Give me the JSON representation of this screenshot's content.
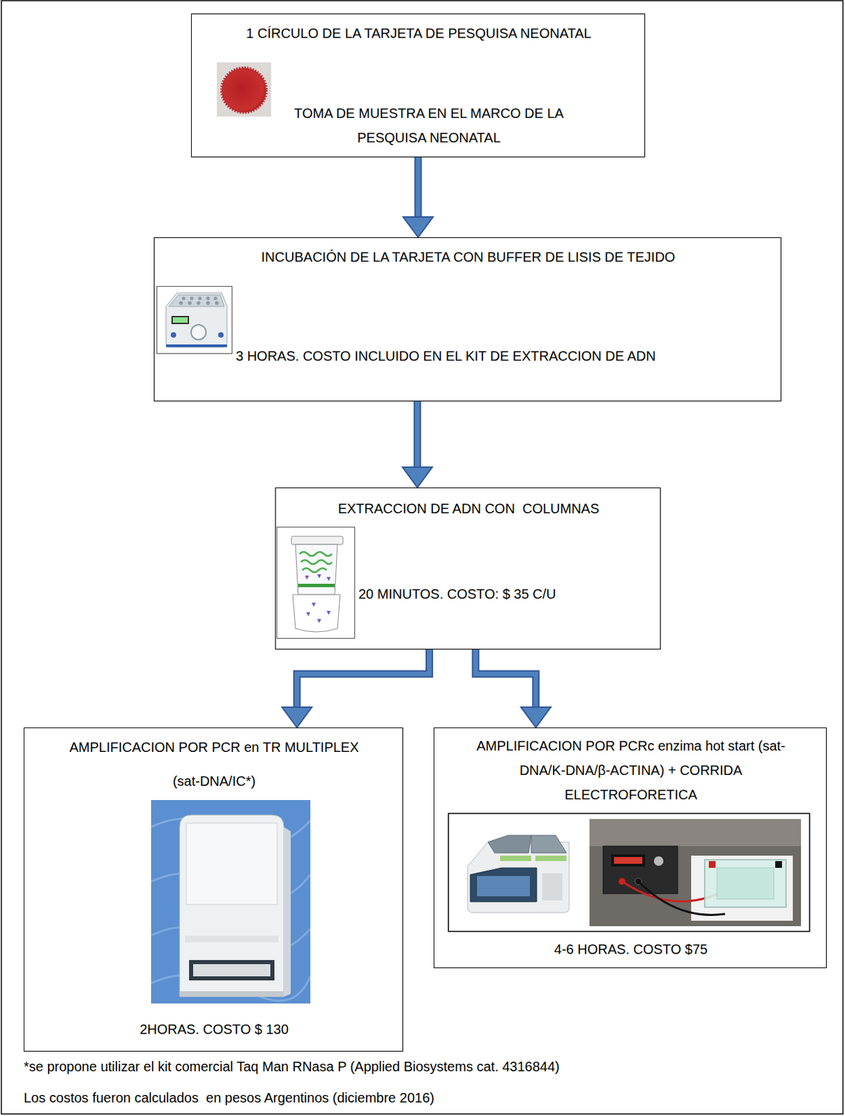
{
  "diagram": {
    "nodes": [
      {
        "text": [
          "1 CÍRCULO DE LA TARJETA DE PESQUISA NEONATAL",
          "TOMA DE MUESTRA EN EL MARCO DE LA PESQUISA NEONATAL"
        ]
      },
      {
        "text": [
          "INCUBACIÓN DE LA TARJETA CON BUFFER DE LISIS DE TEJIDO",
          "3 HORAS. COSTO INCLUIDO EN EL KIT DE EXTRACCION DE ADN"
        ]
      },
      {
        "text": [
          "EXTRACCION DE ADN CON  COLUMNAS",
          "20 MINUTOS. COSTO: $ 35 C/U"
        ]
      },
      {
        "text": [
          "AMPLIFICACION POR PCR en TR MULTIPLEX",
          "(sat-DNA/IC*)",
          "2HORAS. COSTO $ 130"
        ]
      },
      {
        "text": [
          "AMPLIFICACION POR PCRc enzima hot start (sat-DNA/K-DNA/β-ACTINA) + CORRIDA ELECTROFORETICA",
          "4-6 HORAS. COSTO $75"
        ]
      }
    ],
    "edges": [
      {
        "from": 0,
        "to": 1,
        "arrow": "to"
      },
      {
        "from": 1,
        "to": 2,
        "arrow": "to"
      },
      {
        "from": 2,
        "to": 3,
        "arrow": "to"
      },
      {
        "from": 2,
        "to": 4,
        "arrow": "to"
      }
    ],
    "labels": [
      "*se propone utilizar el kit comercial Taq Man RNasa P (Applied Biosystems cat. 4316844)",
      "Los costos fueron calculados  en pesos Argentinos (diciembre 2016)"
    ]
  }
}
